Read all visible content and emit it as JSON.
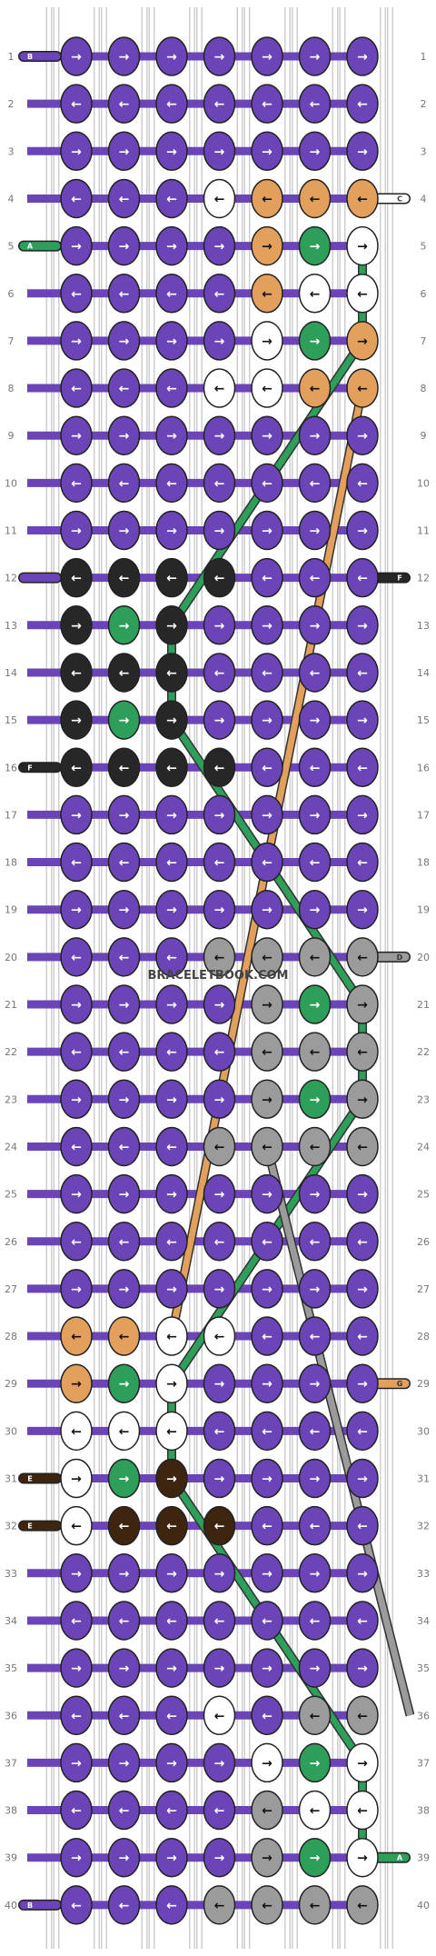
{
  "watermark": "BRACELETBOOK.COM",
  "colors": {
    "A": "#2E9E5B",
    "B": "#6B45B8",
    "C": "#FFFFFF",
    "D": "#9B9B9B",
    "E": "#3E2510",
    "F": "#272727",
    "G": "#E3A05C"
  },
  "left_tags": {
    "1": "B",
    "5": "A",
    "12": null,
    "16": "F",
    "31": "E",
    "32": "E",
    "40": "B"
  },
  "right_tags": {
    "4": "C",
    "12": "F",
    "20": "D",
    "29": "G",
    "39": "A"
  },
  "row_labels": [
    "1",
    "2",
    "3",
    "4",
    "5",
    "6",
    "7",
    "8",
    "9",
    "10",
    "11",
    "12",
    "13",
    "14",
    "15",
    "16",
    "17",
    "18",
    "19",
    "20",
    "21",
    "22",
    "23",
    "24",
    "25",
    "26",
    "27",
    "28",
    "29",
    "30",
    "31",
    "32",
    "33",
    "34",
    "35",
    "36",
    "37",
    "38",
    "39",
    "40"
  ],
  "knots": [
    {
      "row": 1,
      "knots": [
        [
          "B",
          "r"
        ],
        [
          "B",
          "r"
        ],
        [
          "B",
          "r"
        ],
        [
          "B",
          "r"
        ],
        [
          "B",
          "r"
        ],
        [
          "B",
          "r"
        ],
        [
          "B",
          "r"
        ]
      ]
    },
    {
      "row": 2,
      "knots": [
        [
          "B",
          "l"
        ],
        [
          "B",
          "l"
        ],
        [
          "B",
          "l"
        ],
        [
          "B",
          "l"
        ],
        [
          "B",
          "l"
        ],
        [
          "B",
          "l"
        ],
        [
          "B",
          "l"
        ]
      ]
    },
    {
      "row": 3,
      "knots": [
        [
          "B",
          "r"
        ],
        [
          "B",
          "r"
        ],
        [
          "B",
          "r"
        ],
        [
          "B",
          "r"
        ],
        [
          "B",
          "r"
        ],
        [
          "B",
          "r"
        ],
        [
          "B",
          "r"
        ]
      ]
    },
    {
      "row": 4,
      "knots": [
        [
          "B",
          "l"
        ],
        [
          "B",
          "l"
        ],
        [
          "B",
          "l"
        ],
        [
          "C",
          "l"
        ],
        [
          "G",
          "l"
        ],
        [
          "G",
          "l"
        ],
        [
          "G",
          "l"
        ]
      ]
    },
    {
      "row": 5,
      "knots": [
        [
          "B",
          "r"
        ],
        [
          "B",
          "r"
        ],
        [
          "B",
          "r"
        ],
        [
          "B",
          "r"
        ],
        [
          "G",
          "r"
        ],
        [
          "A",
          "r"
        ],
        [
          "C",
          "r"
        ]
      ]
    },
    {
      "row": 6,
      "knots": [
        [
          "B",
          "l"
        ],
        [
          "B",
          "l"
        ],
        [
          "B",
          "l"
        ],
        [
          "B",
          "l"
        ],
        [
          "G",
          "l"
        ],
        [
          "C",
          "l"
        ],
        [
          "C",
          "l"
        ]
      ]
    },
    {
      "row": 7,
      "knots": [
        [
          "B",
          "r"
        ],
        [
          "B",
          "r"
        ],
        [
          "B",
          "r"
        ],
        [
          "B",
          "r"
        ],
        [
          "C",
          "r"
        ],
        [
          "A",
          "r"
        ],
        [
          "G",
          "r"
        ]
      ]
    },
    {
      "row": 8,
      "knots": [
        [
          "B",
          "l"
        ],
        [
          "B",
          "l"
        ],
        [
          "B",
          "l"
        ],
        [
          "C",
          "l"
        ],
        [
          "C",
          "l"
        ],
        [
          "G",
          "l"
        ],
        [
          "G",
          "l"
        ]
      ]
    },
    {
      "row": 9,
      "knots": [
        [
          "B",
          "r"
        ],
        [
          "B",
          "r"
        ],
        [
          "B",
          "r"
        ],
        [
          "B",
          "r"
        ],
        [
          "B",
          "r"
        ],
        [
          "B",
          "r"
        ],
        [
          "B",
          "r"
        ]
      ]
    },
    {
      "row": 10,
      "knots": [
        [
          "B",
          "l"
        ],
        [
          "B",
          "l"
        ],
        [
          "B",
          "l"
        ],
        [
          "B",
          "l"
        ],
        [
          "B",
          "l"
        ],
        [
          "B",
          "l"
        ],
        [
          "B",
          "l"
        ]
      ]
    },
    {
      "row": 11,
      "knots": [
        [
          "B",
          "r"
        ],
        [
          "B",
          "r"
        ],
        [
          "B",
          "r"
        ],
        [
          "B",
          "r"
        ],
        [
          "B",
          "r"
        ],
        [
          "B",
          "r"
        ],
        [
          "B",
          "r"
        ]
      ]
    },
    {
      "row": 12,
      "knots": [
        [
          "F",
          "l"
        ],
        [
          "F",
          "l"
        ],
        [
          "F",
          "l"
        ],
        [
          "F",
          "l"
        ],
        [
          "B",
          "l"
        ],
        [
          "B",
          "l"
        ],
        [
          "B",
          "l"
        ]
      ]
    },
    {
      "row": 13,
      "knots": [
        [
          "F",
          "r"
        ],
        [
          "A",
          "r"
        ],
        [
          "F",
          "r"
        ],
        [
          "B",
          "r"
        ],
        [
          "B",
          "r"
        ],
        [
          "B",
          "r"
        ],
        [
          "B",
          "r"
        ]
      ]
    },
    {
      "row": 14,
      "knots": [
        [
          "F",
          "l"
        ],
        [
          "F",
          "l"
        ],
        [
          "F",
          "l"
        ],
        [
          "B",
          "l"
        ],
        [
          "B",
          "l"
        ],
        [
          "B",
          "l"
        ],
        [
          "B",
          "l"
        ]
      ]
    },
    {
      "row": 15,
      "knots": [
        [
          "F",
          "r"
        ],
        [
          "A",
          "r"
        ],
        [
          "F",
          "r"
        ],
        [
          "B",
          "r"
        ],
        [
          "B",
          "r"
        ],
        [
          "B",
          "r"
        ],
        [
          "B",
          "r"
        ]
      ]
    },
    {
      "row": 16,
      "knots": [
        [
          "F",
          "l"
        ],
        [
          "F",
          "l"
        ],
        [
          "F",
          "l"
        ],
        [
          "F",
          "l"
        ],
        [
          "B",
          "l"
        ],
        [
          "B",
          "l"
        ],
        [
          "B",
          "l"
        ]
      ]
    },
    {
      "row": 17,
      "knots": [
        [
          "B",
          "r"
        ],
        [
          "B",
          "r"
        ],
        [
          "B",
          "r"
        ],
        [
          "B",
          "r"
        ],
        [
          "B",
          "r"
        ],
        [
          "B",
          "r"
        ],
        [
          "B",
          "r"
        ]
      ]
    },
    {
      "row": 18,
      "knots": [
        [
          "B",
          "l"
        ],
        [
          "B",
          "l"
        ],
        [
          "B",
          "l"
        ],
        [
          "B",
          "l"
        ],
        [
          "B",
          "l"
        ],
        [
          "B",
          "l"
        ],
        [
          "B",
          "l"
        ]
      ]
    },
    {
      "row": 19,
      "knots": [
        [
          "B",
          "r"
        ],
        [
          "B",
          "r"
        ],
        [
          "B",
          "r"
        ],
        [
          "B",
          "r"
        ],
        [
          "B",
          "r"
        ],
        [
          "B",
          "r"
        ],
        [
          "B",
          "r"
        ]
      ]
    },
    {
      "row": 20,
      "knots": [
        [
          "B",
          "l"
        ],
        [
          "B",
          "l"
        ],
        [
          "B",
          "l"
        ],
        [
          "D",
          "l"
        ],
        [
          "D",
          "l"
        ],
        [
          "D",
          "l"
        ],
        [
          "D",
          "l"
        ]
      ]
    },
    {
      "row": 21,
      "knots": [
        [
          "B",
          "r"
        ],
        [
          "B",
          "r"
        ],
        [
          "B",
          "r"
        ],
        [
          "B",
          "r"
        ],
        [
          "D",
          "r"
        ],
        [
          "A",
          "r"
        ],
        [
          "D",
          "r"
        ]
      ]
    },
    {
      "row": 22,
      "knots": [
        [
          "B",
          "l"
        ],
        [
          "B",
          "l"
        ],
        [
          "B",
          "l"
        ],
        [
          "B",
          "l"
        ],
        [
          "D",
          "l"
        ],
        [
          "D",
          "l"
        ],
        [
          "D",
          "l"
        ]
      ]
    },
    {
      "row": 23,
      "knots": [
        [
          "B",
          "r"
        ],
        [
          "B",
          "r"
        ],
        [
          "B",
          "r"
        ],
        [
          "B",
          "r"
        ],
        [
          "D",
          "r"
        ],
        [
          "A",
          "r"
        ],
        [
          "D",
          "r"
        ]
      ]
    },
    {
      "row": 24,
      "knots": [
        [
          "B",
          "l"
        ],
        [
          "B",
          "l"
        ],
        [
          "B",
          "l"
        ],
        [
          "D",
          "l"
        ],
        [
          "D",
          "l"
        ],
        [
          "D",
          "l"
        ],
        [
          "D",
          "l"
        ]
      ]
    },
    {
      "row": 25,
      "knots": [
        [
          "B",
          "r"
        ],
        [
          "B",
          "r"
        ],
        [
          "B",
          "r"
        ],
        [
          "B",
          "r"
        ],
        [
          "B",
          "r"
        ],
        [
          "B",
          "r"
        ],
        [
          "B",
          "r"
        ]
      ]
    },
    {
      "row": 26,
      "knots": [
        [
          "B",
          "l"
        ],
        [
          "B",
          "l"
        ],
        [
          "B",
          "l"
        ],
        [
          "B",
          "l"
        ],
        [
          "B",
          "l"
        ],
        [
          "B",
          "l"
        ],
        [
          "B",
          "l"
        ]
      ]
    },
    {
      "row": 27,
      "knots": [
        [
          "B",
          "r"
        ],
        [
          "B",
          "r"
        ],
        [
          "B",
          "r"
        ],
        [
          "B",
          "r"
        ],
        [
          "B",
          "r"
        ],
        [
          "B",
          "r"
        ],
        [
          "B",
          "r"
        ]
      ]
    },
    {
      "row": 28,
      "knots": [
        [
          "G",
          "l"
        ],
        [
          "G",
          "l"
        ],
        [
          "C",
          "l"
        ],
        [
          "C",
          "l"
        ],
        [
          "B",
          "l"
        ],
        [
          "B",
          "l"
        ],
        [
          "B",
          "l"
        ]
      ]
    },
    {
      "row": 29,
      "knots": [
        [
          "G",
          "r"
        ],
        [
          "A",
          "r"
        ],
        [
          "C",
          "r"
        ],
        [
          "B",
          "r"
        ],
        [
          "B",
          "r"
        ],
        [
          "B",
          "r"
        ],
        [
          "B",
          "r"
        ]
      ]
    },
    {
      "row": 30,
      "knots": [
        [
          "C",
          "l"
        ],
        [
          "C",
          "l"
        ],
        [
          "C",
          "l"
        ],
        [
          "B",
          "l"
        ],
        [
          "B",
          "l"
        ],
        [
          "B",
          "l"
        ],
        [
          "B",
          "l"
        ]
      ]
    },
    {
      "row": 31,
      "knots": [
        [
          "C",
          "r"
        ],
        [
          "A",
          "r"
        ],
        [
          "E",
          "r"
        ],
        [
          "B",
          "r"
        ],
        [
          "B",
          "r"
        ],
        [
          "B",
          "r"
        ],
        [
          "B",
          "r"
        ]
      ]
    },
    {
      "row": 32,
      "knots": [
        [
          "C",
          "l"
        ],
        [
          "E",
          "l"
        ],
        [
          "E",
          "l"
        ],
        [
          "E",
          "l"
        ],
        [
          "B",
          "l"
        ],
        [
          "B",
          "l"
        ],
        [
          "B",
          "l"
        ]
      ]
    },
    {
      "row": 33,
      "knots": [
        [
          "B",
          "r"
        ],
        [
          "B",
          "r"
        ],
        [
          "B",
          "r"
        ],
        [
          "B",
          "r"
        ],
        [
          "B",
          "r"
        ],
        [
          "B",
          "r"
        ],
        [
          "B",
          "r"
        ]
      ]
    },
    {
      "row": 34,
      "knots": [
        [
          "B",
          "l"
        ],
        [
          "B",
          "l"
        ],
        [
          "B",
          "l"
        ],
        [
          "B",
          "l"
        ],
        [
          "B",
          "l"
        ],
        [
          "B",
          "l"
        ],
        [
          "B",
          "l"
        ]
      ]
    },
    {
      "row": 35,
      "knots": [
        [
          "B",
          "r"
        ],
        [
          "B",
          "r"
        ],
        [
          "B",
          "r"
        ],
        [
          "B",
          "r"
        ],
        [
          "B",
          "r"
        ],
        [
          "B",
          "r"
        ],
        [
          "B",
          "r"
        ]
      ]
    },
    {
      "row": 36,
      "knots": [
        [
          "B",
          "l"
        ],
        [
          "B",
          "l"
        ],
        [
          "B",
          "l"
        ],
        [
          "C",
          "l"
        ],
        [
          "B",
          "l"
        ],
        [
          "D",
          "l"
        ],
        [
          "D",
          "l"
        ]
      ]
    },
    {
      "row": 37,
      "knots": [
        [
          "B",
          "r"
        ],
        [
          "B",
          "r"
        ],
        [
          "B",
          "r"
        ],
        [
          "B",
          "r"
        ],
        [
          "C",
          "r"
        ],
        [
          "A",
          "r"
        ],
        [
          "C",
          "r"
        ]
      ]
    },
    {
      "row": 38,
      "knots": [
        [
          "B",
          "l"
        ],
        [
          "B",
          "l"
        ],
        [
          "B",
          "l"
        ],
        [
          "B",
          "l"
        ],
        [
          "D",
          "l"
        ],
        [
          "C",
          "l"
        ],
        [
          "C",
          "l"
        ]
      ]
    },
    {
      "row": 39,
      "knots": [
        [
          "B",
          "r"
        ],
        [
          "B",
          "r"
        ],
        [
          "B",
          "r"
        ],
        [
          "B",
          "r"
        ],
        [
          "D",
          "r"
        ],
        [
          "A",
          "r"
        ],
        [
          "C",
          "r"
        ]
      ]
    },
    {
      "row": 40,
      "knots": [
        [
          "B",
          "l"
        ],
        [
          "B",
          "l"
        ],
        [
          "B",
          "l"
        ],
        [
          "D",
          "l"
        ],
        [
          "D",
          "l"
        ],
        [
          "D",
          "l"
        ],
        [
          "D",
          "l"
        ]
      ]
    }
  ],
  "color_runs": [
    {
      "color": "A",
      "points": [
        [
          6,
          5
        ],
        [
          6,
          7
        ],
        [
          2,
          13
        ],
        [
          2,
          15
        ],
        [
          6,
          21
        ],
        [
          6,
          23
        ],
        [
          2,
          29
        ],
        [
          2,
          31
        ],
        [
          6,
          37
        ],
        [
          6,
          39
        ]
      ]
    },
    {
      "color": "G",
      "points": [
        [
          6,
          8
        ],
        [
          2,
          28
        ]
      ]
    },
    {
      "color": "D",
      "points": [
        [
          4,
          24
        ],
        [
          7,
          36
        ]
      ]
    }
  ]
}
